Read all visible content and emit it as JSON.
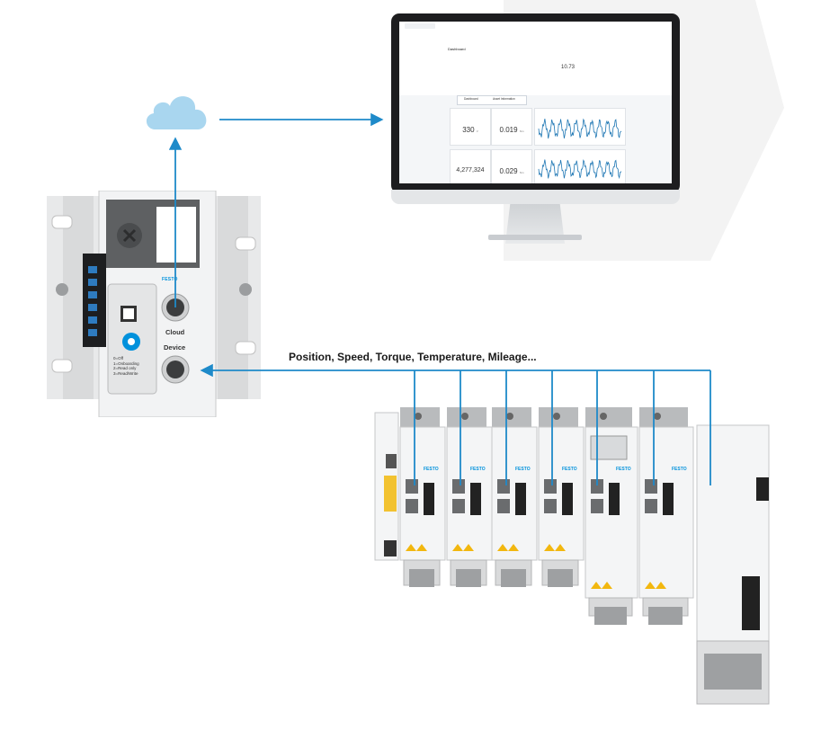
{
  "diagram": {
    "data_flow_label": "Position, Speed, Torque, Temperature, Mileage...",
    "ports": {
      "cloud": "Cloud",
      "device": "Device"
    },
    "brand": "FESTO",
    "colors": {
      "connector_line": "#1e8ac9",
      "cloud_fill": "#a9d6ef",
      "hexagon_bg": "#f4f4f4",
      "brand_blue": "#0091dc",
      "chart_blue": "#1f77b4"
    },
    "switch_legend": [
      "0=Off",
      "1=Onboarding",
      "2=Read only",
      "3=Read/Write"
    ]
  },
  "dashboard": {
    "title": "Dashboard",
    "tabs": [
      "Dashboard",
      "Asset Information"
    ],
    "cards": [
      {
        "value": "330",
        "unit": "V"
      },
      {
        "value": "0.019",
        "unit": "Nm"
      },
      {
        "value": "4,277,324",
        "unit": ""
      },
      {
        "value": "0.029",
        "unit": "Nm"
      }
    ],
    "header_value": "10.73"
  },
  "icons": {
    "cloud": "cloud-icon",
    "gateway": "cloud-gateway-device",
    "monitor": "desktop-monitor",
    "drives": "servo-drive-rack"
  }
}
